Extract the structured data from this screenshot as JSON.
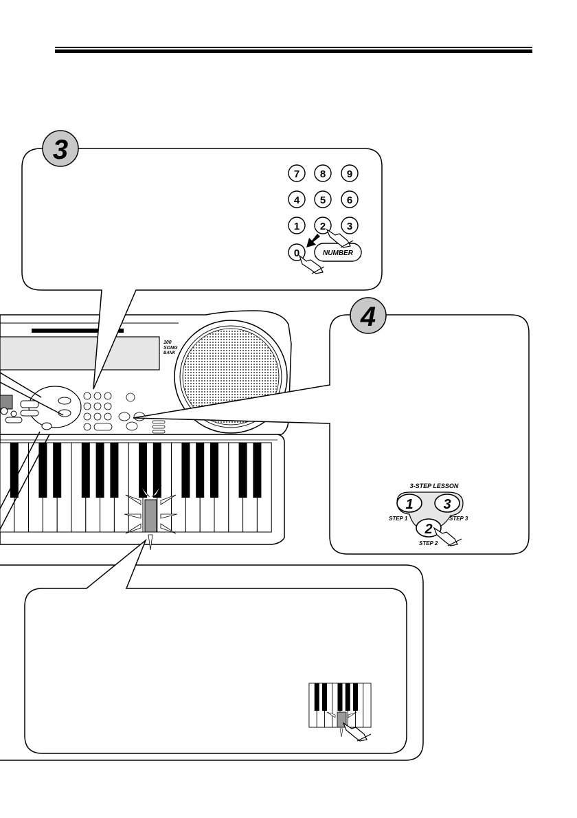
{
  "steps": {
    "step3_number": "3",
    "step4_number": "4"
  },
  "keypad": {
    "keys": [
      "7",
      "8",
      "9",
      "4",
      "5",
      "6",
      "1",
      "2",
      "3",
      "0"
    ],
    "number_label": "NUMBER"
  },
  "lesson": {
    "title": "3-STEP LESSON",
    "button1": "1",
    "button2": "2",
    "button3": "3",
    "step1_label": "STEP 1",
    "step2_label": "STEP 2",
    "step3_label": "STEP 3"
  },
  "keyboard": {
    "brand_lines": [
      "100",
      "SONG",
      "BANK"
    ]
  },
  "colors": {
    "ink": "#000000",
    "step_circle_fill": "#c8c8c8",
    "lit_key": "#9a9a9a",
    "panel_fill": "#e6e6e6"
  }
}
